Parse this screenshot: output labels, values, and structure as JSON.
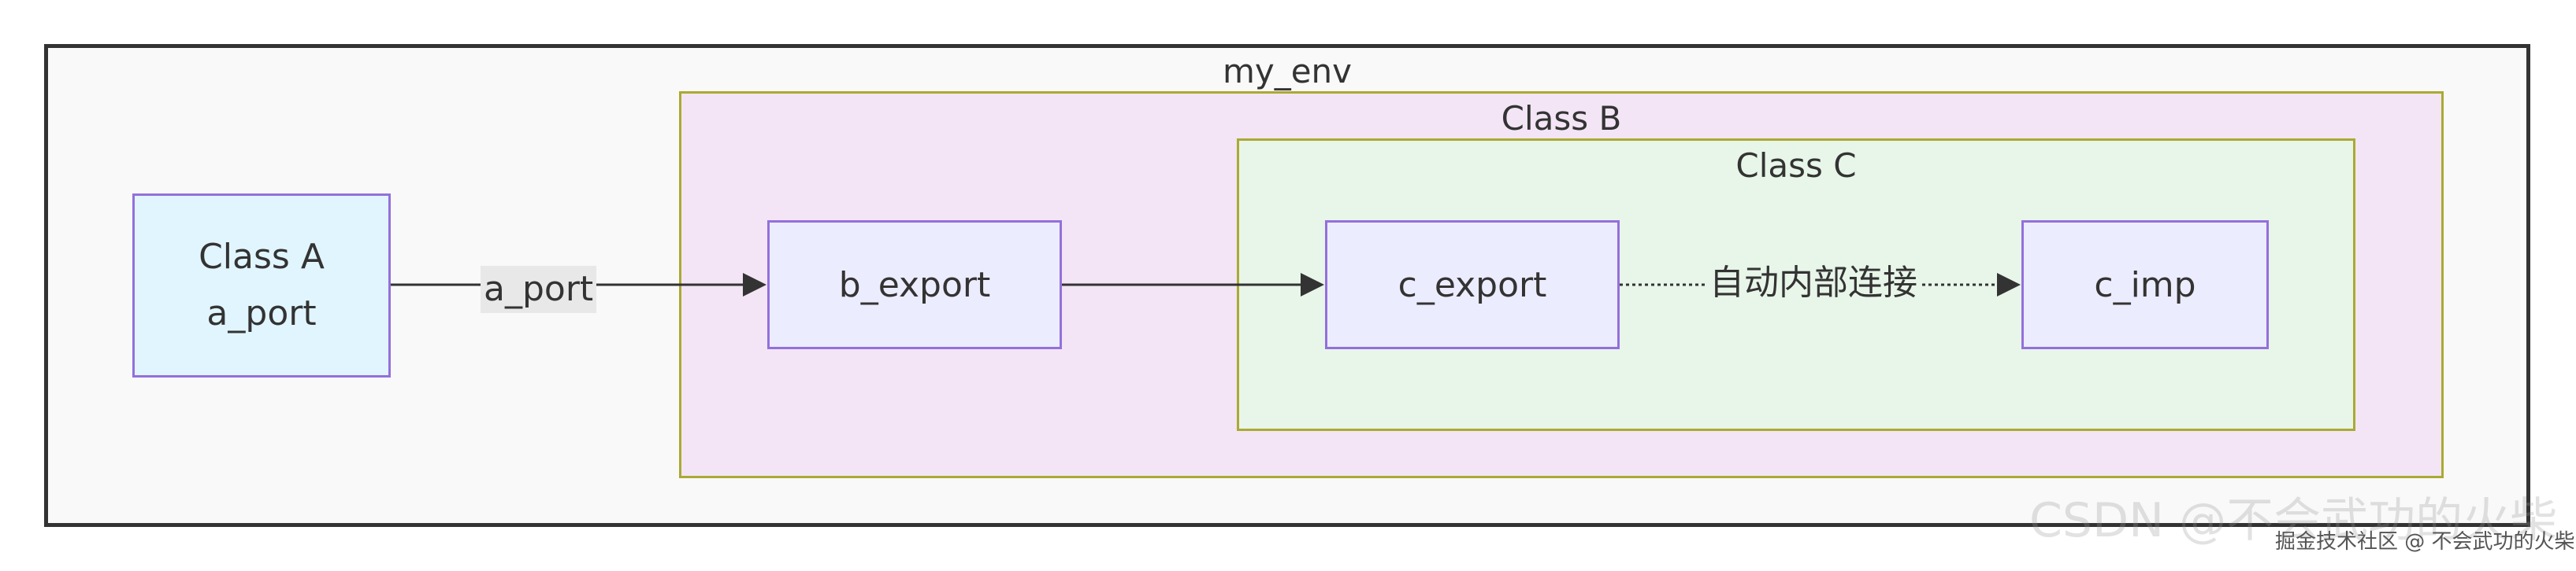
{
  "clusters": {
    "env_title": "my_env",
    "b_title": "Class B",
    "c_title": "Class C"
  },
  "nodes": {
    "class_a_line1": "Class A",
    "class_a_line2": "a_port",
    "b_export": "b_export",
    "c_export": "c_export",
    "c_imp": "c_imp"
  },
  "edges": {
    "a_to_b_label": "a_port",
    "c_export_to_c_imp_label": "自动内部连接"
  },
  "watermark": {
    "csdn": "CSDN @不会武功的火柴",
    "juejin": "掘金技术社区 @ 不会武功的火柴"
  },
  "colors": {
    "env_fill": "#f9f9f9",
    "env_border": "#333333",
    "class_b_fill": "#f3e5f5",
    "class_c_fill": "#e8f5e9",
    "cluster_border": "#aaaa33",
    "node_fill": "#ececff",
    "class_a_fill": "#e1f5fe",
    "node_border": "#9370db",
    "edge": "#333333"
  }
}
